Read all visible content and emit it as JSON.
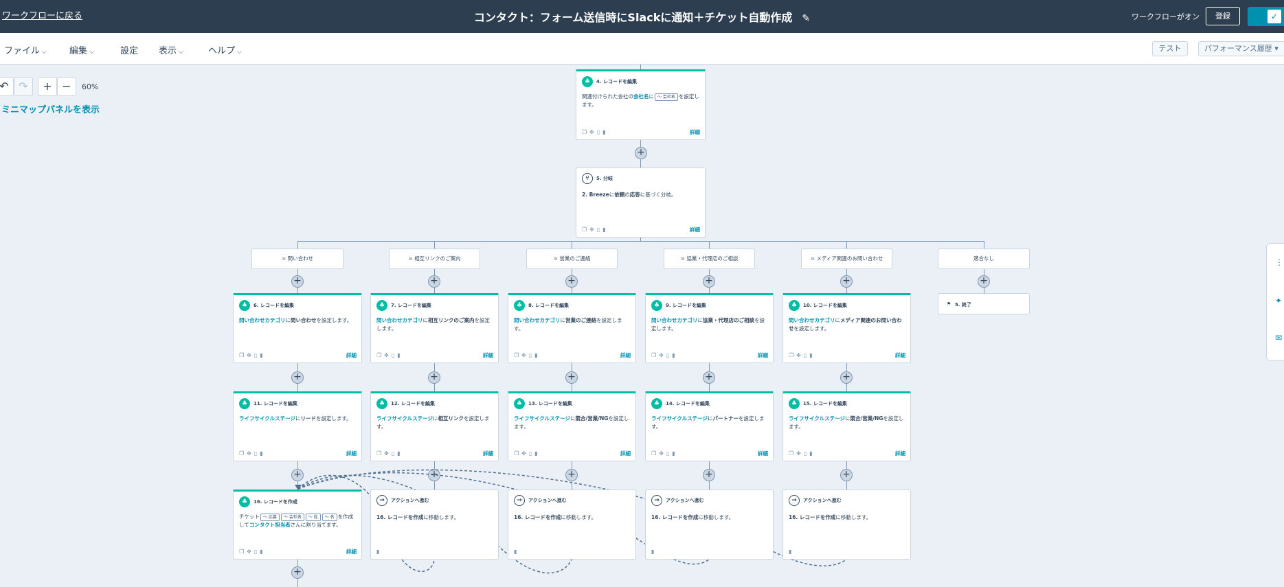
{
  "topbar": {
    "back_label": "ワークフローに戻る",
    "title": "コンタクト：フォーム送信時にSlackに通知＋チケット自動作成",
    "status": "ワークフローがオン",
    "register_label": "登録"
  },
  "menu": {
    "file": "ファイル",
    "edit": "編集",
    "settings": "設定",
    "view": "表示",
    "help": "ヘルプ",
    "test": "テスト",
    "performance": "パフォーマンス履歴"
  },
  "canvas": {
    "zoom": "60%",
    "minimap": "ミニマップパネルを表示"
  },
  "cards": {
    "c4": {
      "title": "4. レコードを編集",
      "pre": "関連付けられた会社の",
      "hl": "会社名",
      "mid": "に",
      "token": "〜 会社名",
      "post": "を設定します。",
      "detail": "詳細"
    },
    "c5": {
      "title": "5. 分岐",
      "b1": "2. Breeze",
      "t1": "に",
      "b2": "依頼",
      "t2": "の",
      "b3": "応答",
      "t3": "に基づく分岐。",
      "detail": "詳細"
    }
  },
  "branches": [
    "≈ 問い合わせ",
    "≈ 相互リンクのご案内",
    "≈ 営業のご連絡",
    "≈ 協業・代理店のご相談",
    "≈ メディア関連のお問い合わせ",
    "適合なし"
  ],
  "row1": [
    {
      "title": "6. レコードを編集",
      "hl": "問い合わせカテゴリ",
      "mid": "に",
      "val": "問い合わせ",
      "post": "を設定します。",
      "detail": "詳細"
    },
    {
      "title": "7. レコードを編集",
      "hl": "問い合わせカテゴリ",
      "mid": "に",
      "val": "相互リンクのご案内",
      "post": "を設定します。",
      "detail": "詳細"
    },
    {
      "title": "8. レコードを編集",
      "hl": "問い合わせカテゴリ",
      "mid": "に",
      "val": "営業のご連絡",
      "post": "を設定します。",
      "detail": "詳細"
    },
    {
      "title": "9. レコードを編集",
      "hl": "問い合わせカテゴリ",
      "mid": "に",
      "val": "協業・代理店のご相談",
      "post": "を設定します。",
      "detail": "詳細"
    },
    {
      "title": "10. レコードを編集",
      "hl": "問い合わせカテゴリ",
      "mid": "に",
      "val": "メディア関連のお問い合わせ",
      "post": "を設定します。",
      "detail": "詳細"
    }
  ],
  "row2": [
    {
      "title": "11. レコードを編集",
      "hl": "ライフサイクルステージ",
      "mid": "に",
      "val": "リード",
      "post": "を設定します。",
      "detail": "詳細"
    },
    {
      "title": "12. レコードを編集",
      "hl": "ライフサイクルステージ",
      "mid": "に",
      "val": "相互リンク",
      "post": "を設定します。",
      "detail": "詳細"
    },
    {
      "title": "13. レコードを編集",
      "hl": "ライフサイクルステージ",
      "mid": "に",
      "val": "競合/営業/NG",
      "post": "を設定します。",
      "detail": "詳細"
    },
    {
      "title": "14. レコードを編集",
      "hl": "ライフサイクルステージ",
      "mid": "に",
      "val": "パートナー",
      "post": "を設定します。",
      "detail": "詳細"
    },
    {
      "title": "15. レコードを編集",
      "hl": "ライフサイクルステージ",
      "mid": "に",
      "val": "競合/営業/NG",
      "post": "を設定します。",
      "detail": "詳細"
    }
  ],
  "c16": {
    "title": "16. レコードを作成",
    "pre": "チケット",
    "tok1": "〜 応募",
    "tok2": "〜 会社名",
    "tok3": "〜 姓",
    "tok4": "〜 名",
    "mid": "を作成して",
    "hl": "コンタクト担当者",
    "post": "さんに割り当てます。",
    "detail": "詳細"
  },
  "goto": {
    "title": "アクションへ進む",
    "b": "16. レコードを作成",
    "post": "に移動します。"
  },
  "end": {
    "title": "5. 終了"
  }
}
